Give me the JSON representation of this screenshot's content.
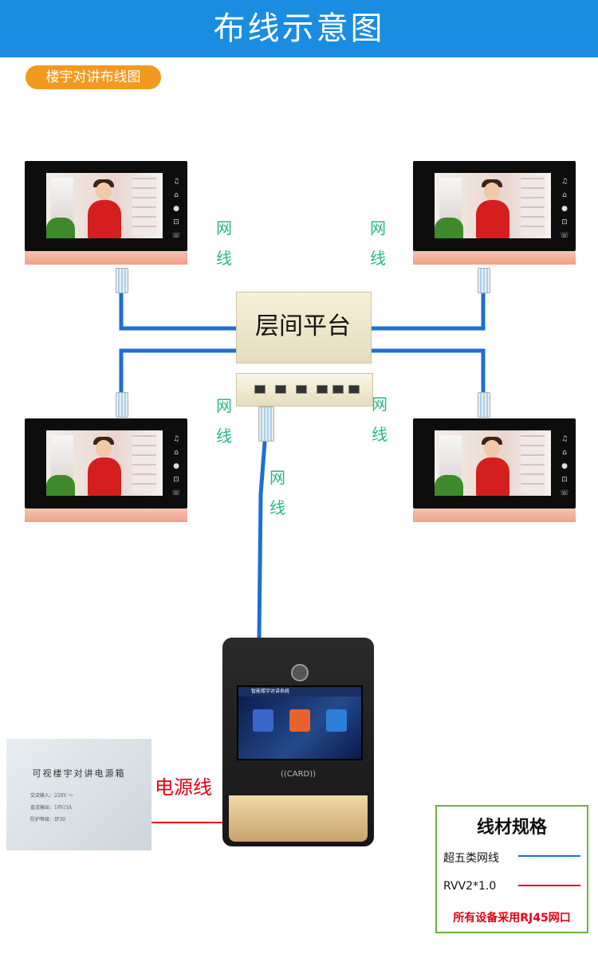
{
  "header": {
    "title": "布线示意图"
  },
  "section_tag": "楼宇对讲布线图",
  "colors": {
    "header_bg": "#1a8de0",
    "tag_bg": "#f29a1f",
    "network_cable": "#1e6fd0",
    "power_cable": "#e60012",
    "label_green": "#27b887"
  },
  "cable_label_chars": [
    "网",
    "线"
  ],
  "platform": {
    "label": "层间平台"
  },
  "power_supply": {
    "title": "可视楼宇对讲电源箱",
    "lines": [
      "交流输入：220V ～",
      "直流输出：18V/3A",
      "防护等级：IP30"
    ]
  },
  "power_cable_label": "电源线",
  "door_station": {
    "screen_title": "智能楼宇对讲系统",
    "reader_label": "((CARD))"
  },
  "legend": {
    "title": "线材规格",
    "items": [
      {
        "label": "超五类网线",
        "color": "#1e6fd0"
      },
      {
        "label": "RVV2*1.0",
        "color": "#e60012"
      }
    ],
    "note": "所有设备采用RJ45网口"
  },
  "monitor_icons": [
    "♫",
    "⌂",
    "●",
    "⊡",
    "☏"
  ]
}
